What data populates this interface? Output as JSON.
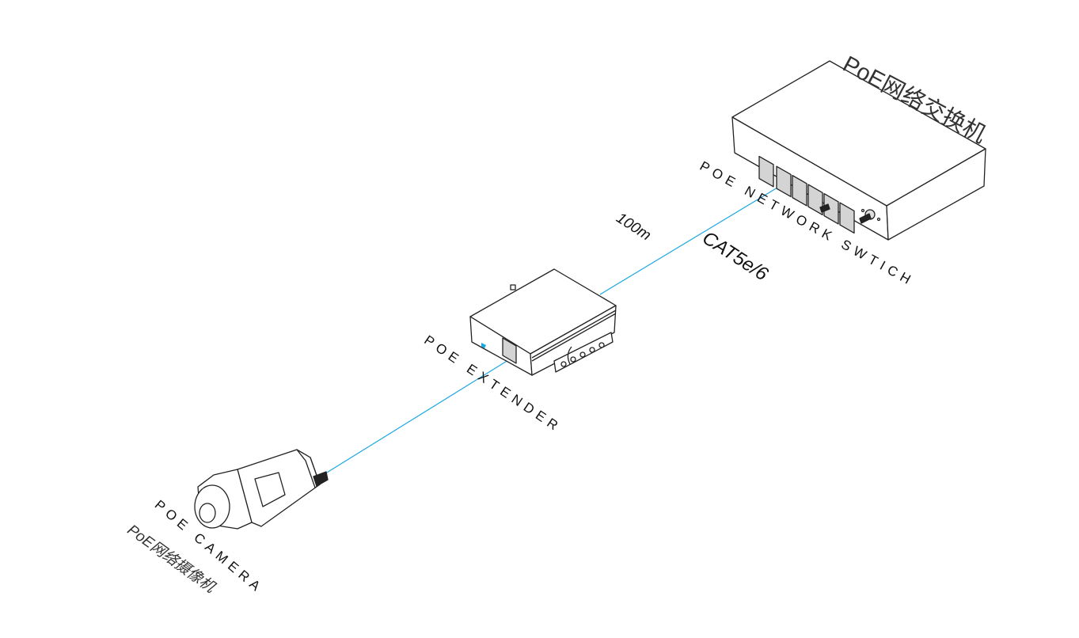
{
  "labels": {
    "switch_cn": "PoE网络交换机",
    "switch_en": "POE NETWORK SWTICH",
    "distance": "100m",
    "cable": "CAT5e/6",
    "extender_en": "POE EXTENDER",
    "camera_en": "POE CAMERA",
    "camera_cn": "PoE网络摄像机"
  },
  "colors": {
    "cable": "#1aa7e2",
    "port": "#d4d4d4",
    "line": "#222222"
  },
  "switch_ports": 6
}
